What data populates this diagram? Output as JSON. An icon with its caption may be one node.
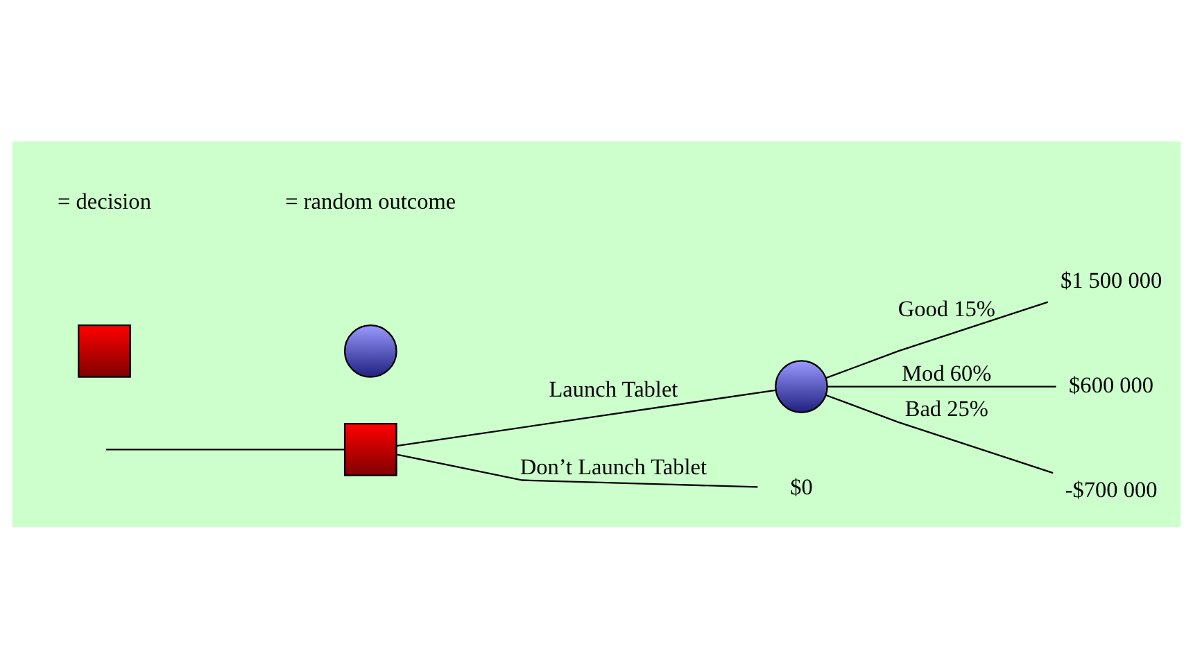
{
  "diagram": {
    "nodes": [
      {
        "text": [],
        "shape": "box"
      },
      {
        "text": [],
        "shape": "circle"
      },
      {
        "text": [
          "$1 500 000"
        ]
      },
      {
        "text": [
          "$600 000"
        ]
      },
      {
        "text": [
          "-$700 000"
        ]
      },
      {
        "text": [
          "$0"
        ]
      },
      {
        "text": [],
        "shape": "box"
      },
      {
        "text": [],
        "shape": "circle"
      }
    ],
    "edges": [
      {
        "from": null,
        "to": 0,
        "arrow": "none"
      },
      {
        "from": 0,
        "to": 1,
        "arrow": "none",
        "label": "Launch Tablet"
      },
      {
        "from": 0,
        "to": 5,
        "arrow": "none",
        "label": "Don’t Launch Tablet"
      },
      {
        "from": 1,
        "to": 2,
        "arrow": "none",
        "label": "Good 15%"
      },
      {
        "from": 1,
        "to": 3,
        "arrow": "none",
        "label": "Mod 60%"
      },
      {
        "from": 1,
        "to": 4,
        "arrow": "none",
        "label": "Bad 25%"
      }
    ],
    "legend": [
      {
        "text": "= decision"
      },
      {
        "text": "= random outcome"
      }
    ]
  }
}
